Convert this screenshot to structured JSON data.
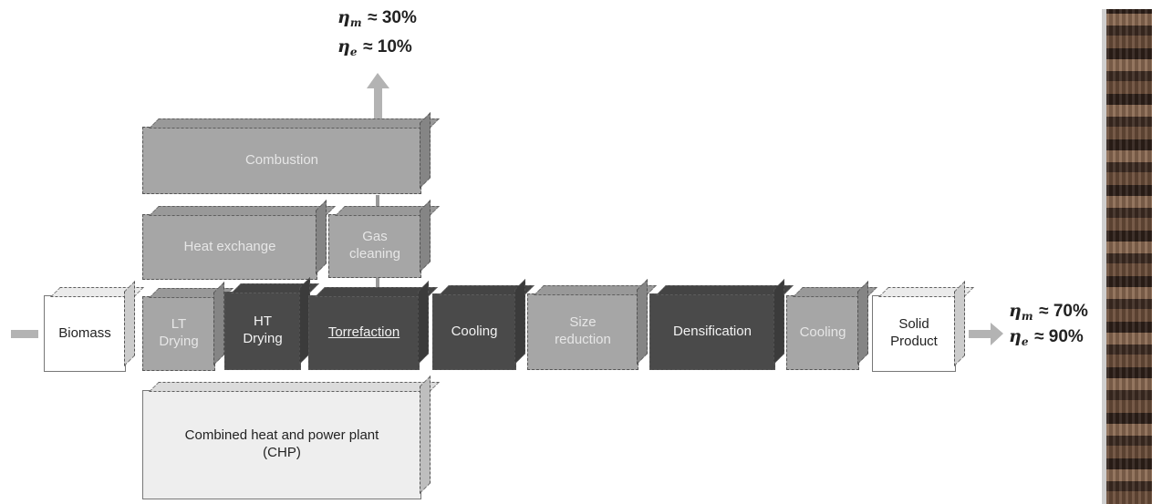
{
  "top_efficiency": {
    "eta_m_symbol": "η",
    "eta_m_sub": "m",
    "eta_m_value": "≈ 30%",
    "eta_e_symbol": "η",
    "eta_e_sub": "e",
    "eta_e_value": "≈ 10%"
  },
  "right_efficiency": {
    "eta_m_symbol": "η",
    "eta_m_sub": "m",
    "eta_m_value": "≈ 70%",
    "eta_e_symbol": "η",
    "eta_e_sub": "e",
    "eta_e_value": "≈ 90%"
  },
  "blocks": {
    "combustion": "Combustion",
    "heat_exchange": "Heat exchange",
    "gas_cleaning": "Gas\ncleaning",
    "biomass": "Biomass",
    "lt_drying": "LT\nDrying",
    "ht_drying": "HT\nDrying",
    "torrefaction": "Torrefaction",
    "cooling_1": "Cooling",
    "size_reduction": "Size\nreduction",
    "densification": "Densification",
    "cooling_2": "Cooling",
    "solid_product": "Solid\nProduct",
    "chp": "Combined heat and power plant\n(CHP)"
  },
  "colors": {
    "light_block": "#a6a6a6",
    "dark_block": "#4a4a4a",
    "arrow": "#b3b3b3"
  }
}
